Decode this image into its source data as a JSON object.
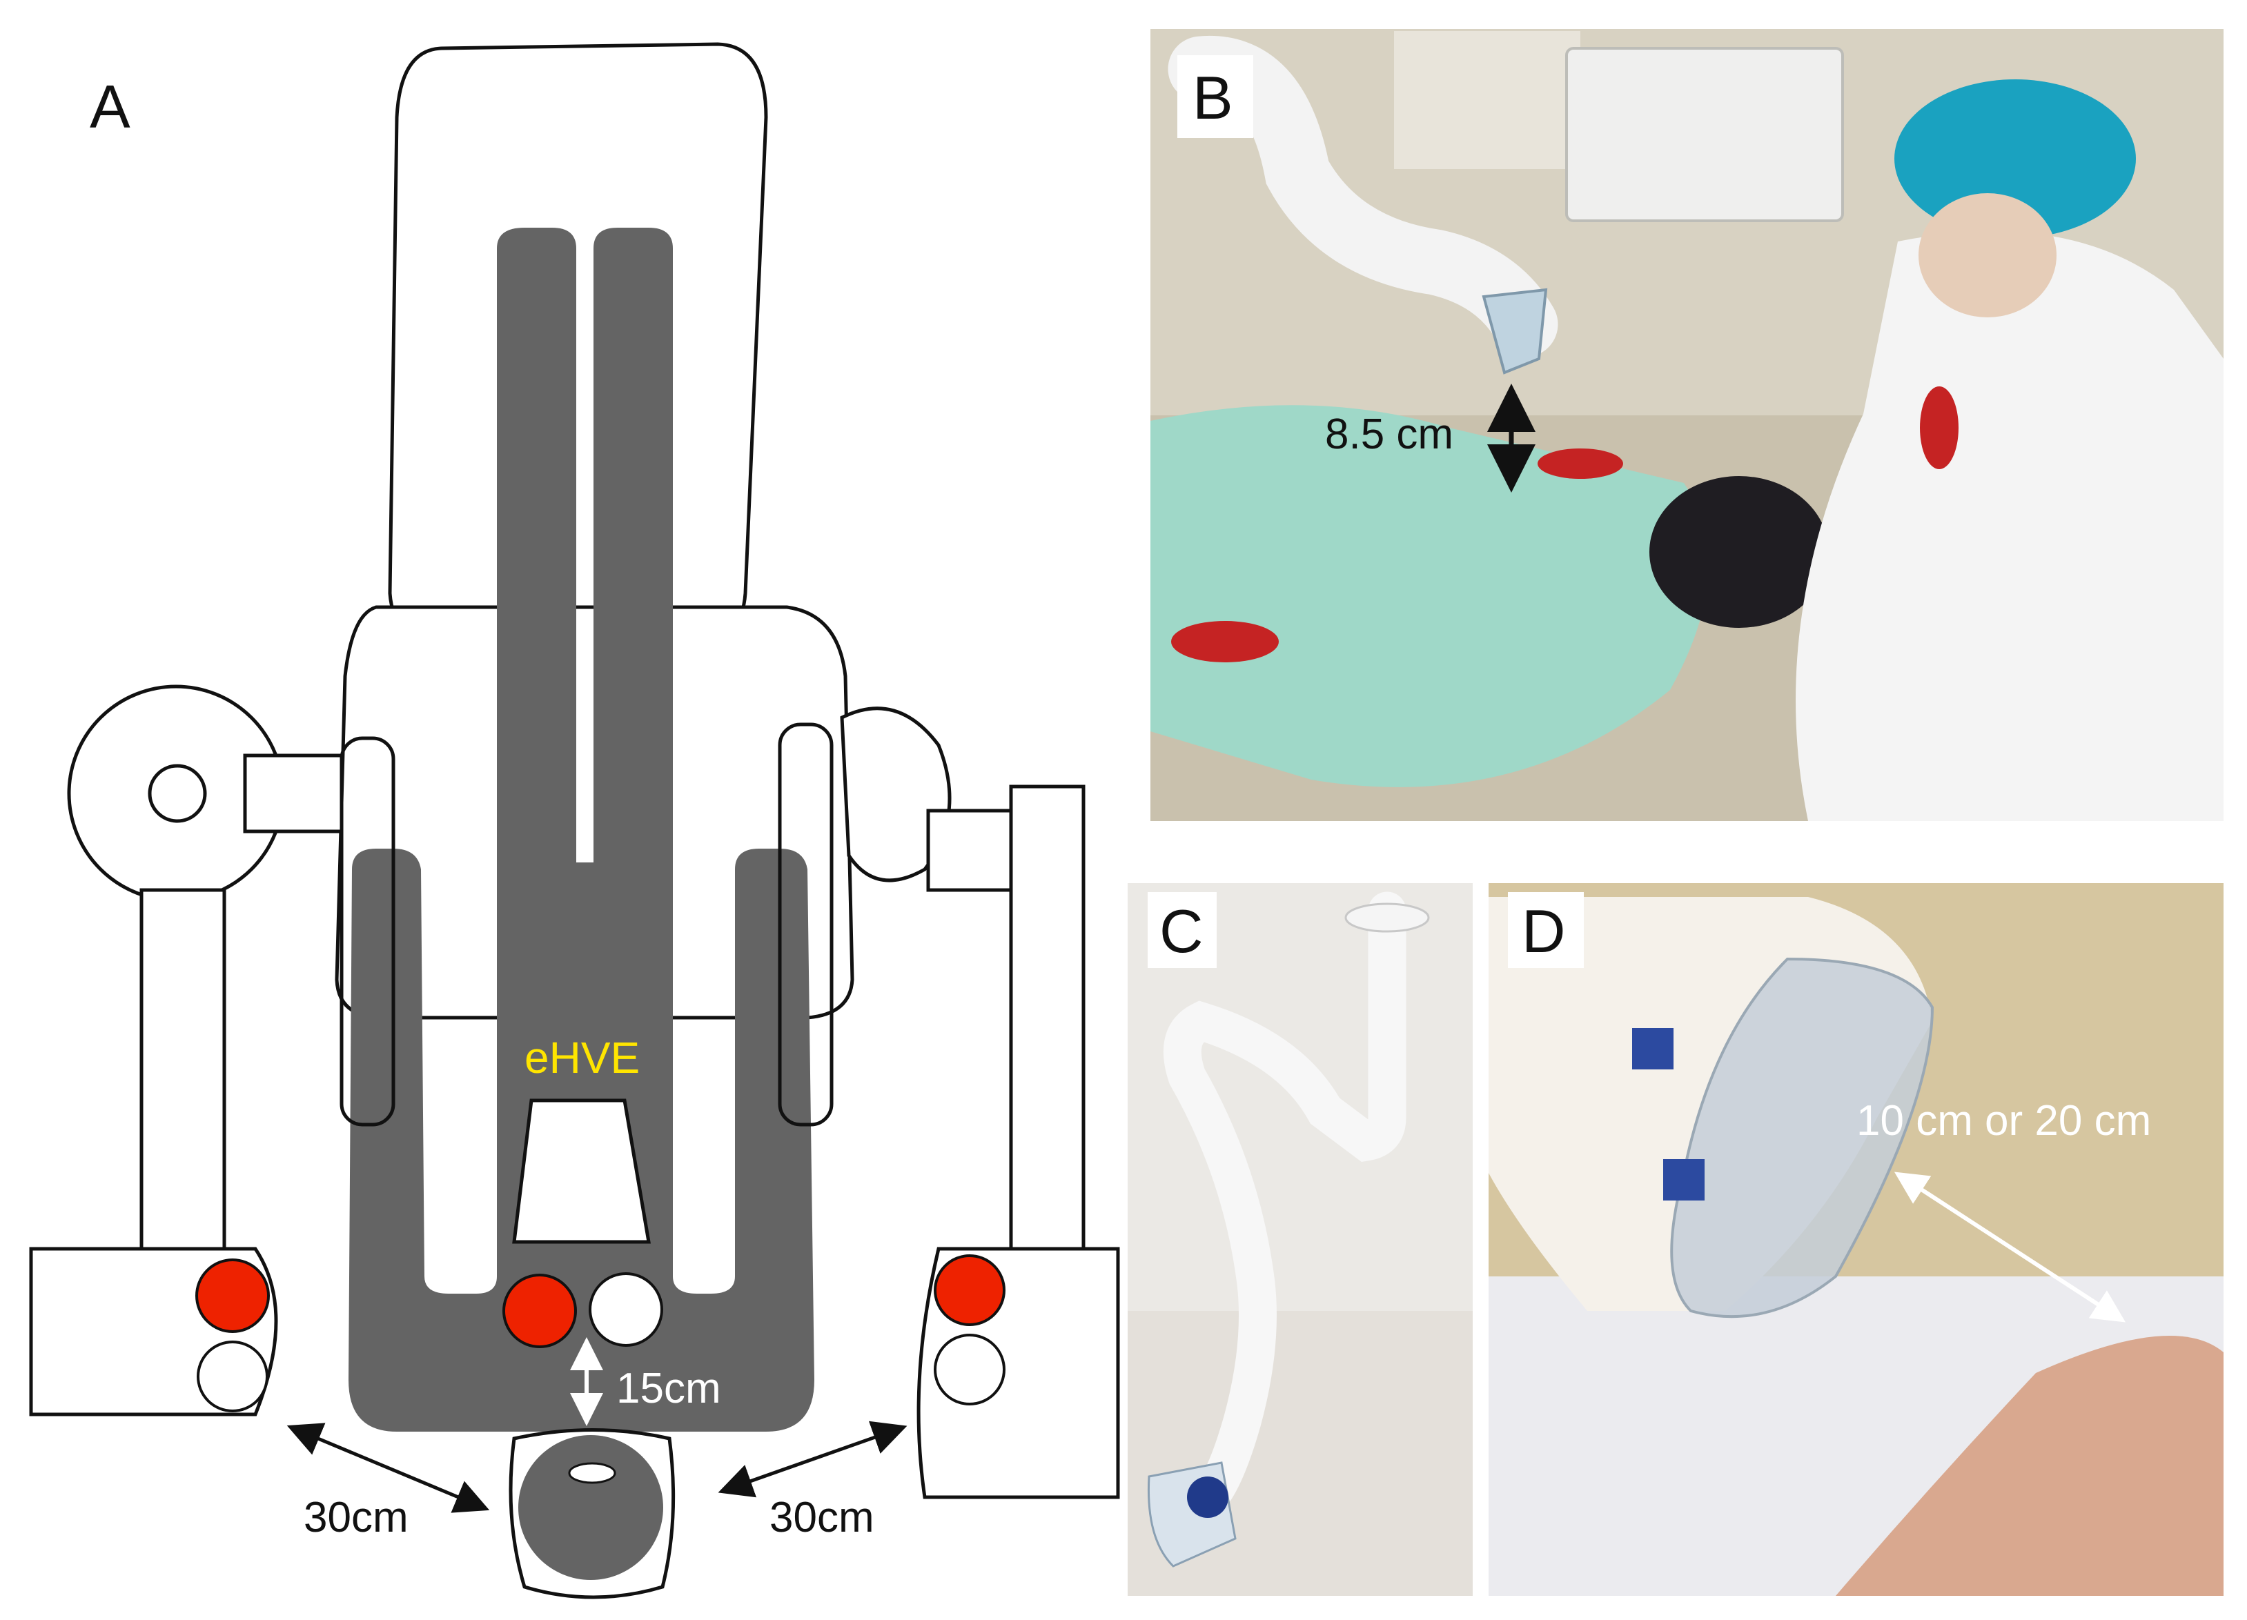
{
  "panels": {
    "a": {
      "letter": "A"
    },
    "b": {
      "letter": "B"
    },
    "c": {
      "letter": "C"
    },
    "d": {
      "letter": "D"
    }
  },
  "diagram_labels": {
    "device": "eHVE",
    "distance_mouth": "15cm",
    "distance_left_plate": "30cm",
    "distance_right_plate": "30cm"
  },
  "photo_labels": {
    "b_distance": "8.5 cm",
    "d_distance": "10 cm or 20 cm"
  },
  "colors": {
    "chair": "#646464",
    "plate_red": "#ee2200",
    "ehve_label": "#ffe500"
  }
}
